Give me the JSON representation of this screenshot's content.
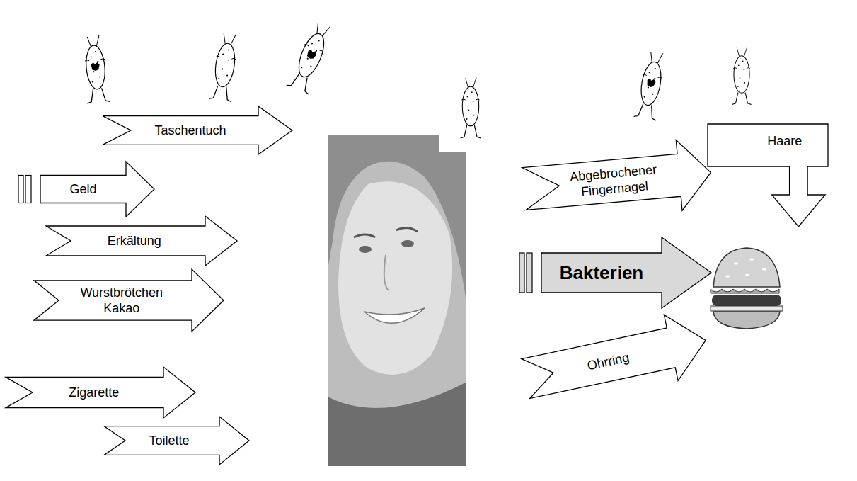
{
  "diagram": {
    "nodes": [
      {
        "text": [
          "Taschentuch"
        ]
      },
      {
        "text": [
          "Geld"
        ]
      },
      {
        "text": [
          "Erkältung"
        ]
      },
      {
        "text": [
          "Wurstbrötchen Kakao"
        ]
      },
      {
        "text": [
          "Zigarette"
        ]
      },
      {
        "text": [
          "Toilette"
        ]
      },
      {
        "text": [
          "Abgebrochener Fingernagel"
        ]
      },
      {
        "text": [
          "Haare"
        ]
      },
      {
        "text": [
          "Bakterien"
        ]
      },
      {
        "text": [
          "Ohrring"
        ]
      }
    ]
  }
}
